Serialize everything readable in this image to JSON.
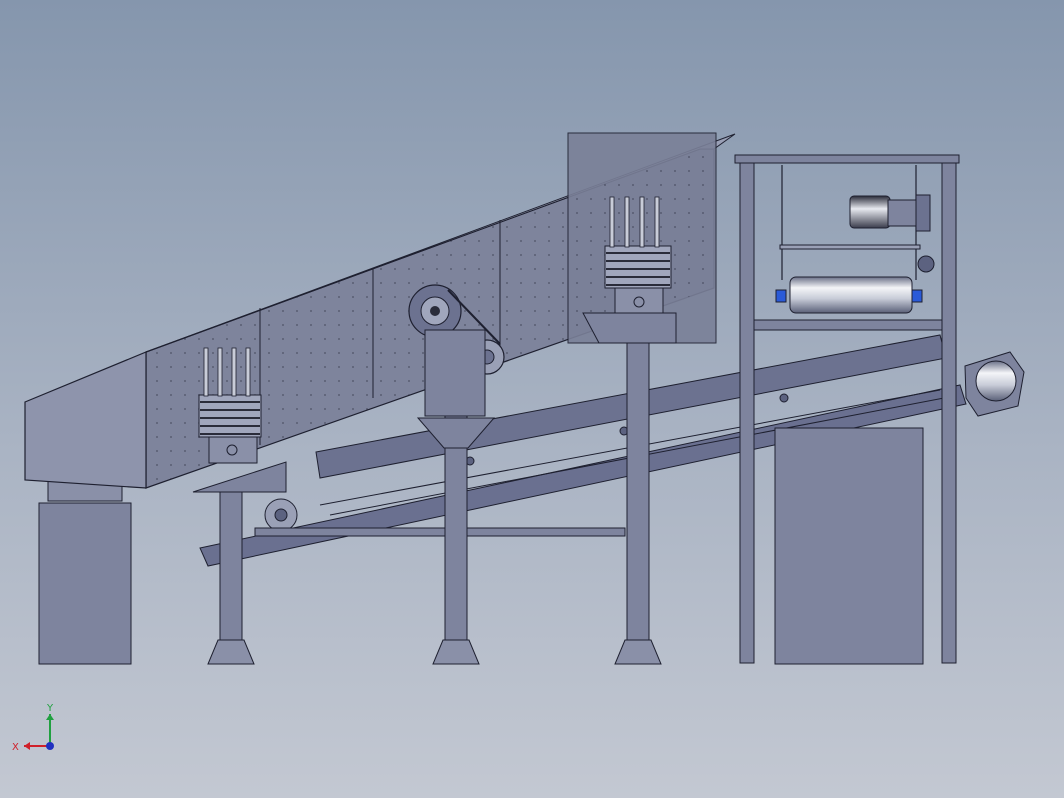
{
  "triad": {
    "x_label": "X",
    "y_label": "Y"
  },
  "colors": {
    "background_top": "#8596ad",
    "background_bottom": "#c3c8d2",
    "steel": "#7d849e",
    "steel_dark": "#5c6280",
    "steel_light": "#9aa0b6",
    "outline": "#1e2030",
    "axis_x": "#d0202a",
    "axis_y": "#20a040",
    "axis_z": "#2030c0",
    "bearing": "#2a5ad8"
  },
  "components": [
    "vibrating-screen",
    "spring-support-left",
    "spring-support-right",
    "vibrator-motor",
    "support-column-1",
    "support-column-2",
    "support-column-3",
    "belt-conveyor",
    "magnetic-separator-frame",
    "magnetic-drum",
    "drive-motor",
    "conveyor-drive-pulley",
    "left-hopper-block",
    "right-hopper-block"
  ]
}
